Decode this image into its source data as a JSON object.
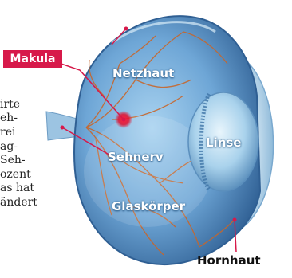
{
  "labels": {
    "makula": "Makula",
    "netzhaut": "Netzhaut",
    "linse": "Linse",
    "sehnerv": "Sehnerv",
    "glaskoerper": "Glaskörper",
    "hornhaut": "Hornhaut"
  },
  "text_fragments": [
    "irte",
    "eh-",
    "rei",
    "ag-",
    "Seh-",
    "ozent",
    "as  hat",
    "ändert"
  ],
  "colors": {
    "callout": "#d7194a",
    "vessels": "#c8662a",
    "eyeball": "#5f93c4",
    "makula_spot": "#e0102e"
  }
}
